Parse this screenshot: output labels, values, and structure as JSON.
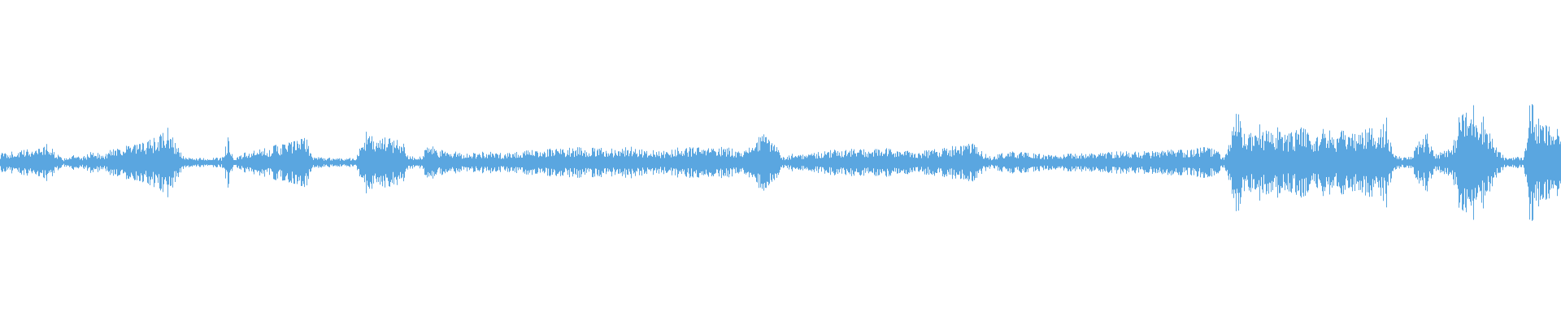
{
  "waveform": {
    "color": "#5aa6e0",
    "background": "#ffffff",
    "amplitude_envelope": [
      [
        0.0,
        0.06
      ],
      [
        0.008,
        0.07
      ],
      [
        0.016,
        0.08
      ],
      [
        0.024,
        0.1
      ],
      [
        0.03,
        0.12
      ],
      [
        0.034,
        0.08
      ],
      [
        0.04,
        0.02
      ],
      [
        0.046,
        0.05
      ],
      [
        0.052,
        0.03
      ],
      [
        0.06,
        0.08
      ],
      [
        0.066,
        0.04
      ],
      [
        0.072,
        0.1
      ],
      [
        0.08,
        0.11
      ],
      [
        0.09,
        0.12
      ],
      [
        0.1,
        0.16
      ],
      [
        0.108,
        0.22
      ],
      [
        0.112,
        0.13
      ],
      [
        0.118,
        0.03
      ],
      [
        0.124,
        0.03
      ],
      [
        0.13,
        0.03
      ],
      [
        0.136,
        0.03
      ],
      [
        0.142,
        0.03
      ],
      [
        0.146,
        0.17
      ],
      [
        0.15,
        0.02
      ],
      [
        0.156,
        0.06
      ],
      [
        0.166,
        0.08
      ],
      [
        0.176,
        0.11
      ],
      [
        0.188,
        0.14
      ],
      [
        0.196,
        0.16
      ],
      [
        0.2,
        0.04
      ],
      [
        0.208,
        0.03
      ],
      [
        0.216,
        0.03
      ],
      [
        0.222,
        0.03
      ],
      [
        0.228,
        0.03
      ],
      [
        0.234,
        0.2
      ],
      [
        0.24,
        0.15
      ],
      [
        0.25,
        0.16
      ],
      [
        0.258,
        0.14
      ],
      [
        0.262,
        0.04
      ],
      [
        0.27,
        0.04
      ],
      [
        0.274,
        0.12
      ],
      [
        0.28,
        0.08
      ],
      [
        0.29,
        0.07
      ],
      [
        0.3,
        0.06
      ],
      [
        0.31,
        0.07
      ],
      [
        0.32,
        0.06
      ],
      [
        0.33,
        0.07
      ],
      [
        0.344,
        0.08
      ],
      [
        0.356,
        0.09
      ],
      [
        0.37,
        0.1
      ],
      [
        0.38,
        0.09
      ],
      [
        0.392,
        0.09
      ],
      [
        0.404,
        0.1
      ],
      [
        0.414,
        0.08
      ],
      [
        0.424,
        0.07
      ],
      [
        0.432,
        0.09
      ],
      [
        0.44,
        0.1
      ],
      [
        0.45,
        0.09
      ],
      [
        0.46,
        0.1
      ],
      [
        0.47,
        0.09
      ],
      [
        0.478,
        0.08
      ],
      [
        0.484,
        0.15
      ],
      [
        0.49,
        0.18
      ],
      [
        0.496,
        0.14
      ],
      [
        0.502,
        0.03
      ],
      [
        0.508,
        0.06
      ],
      [
        0.516,
        0.05
      ],
      [
        0.524,
        0.07
      ],
      [
        0.534,
        0.08
      ],
      [
        0.546,
        0.09
      ],
      [
        0.556,
        0.08
      ],
      [
        0.566,
        0.09
      ],
      [
        0.576,
        0.08
      ],
      [
        0.586,
        0.07
      ],
      [
        0.596,
        0.08
      ],
      [
        0.606,
        0.1
      ],
      [
        0.616,
        0.11
      ],
      [
        0.624,
        0.12
      ],
      [
        0.63,
        0.06
      ],
      [
        0.636,
        0.03
      ],
      [
        0.64,
        0.06
      ],
      [
        0.65,
        0.07
      ],
      [
        0.66,
        0.06
      ],
      [
        0.67,
        0.05
      ],
      [
        0.68,
        0.05
      ],
      [
        0.69,
        0.06
      ],
      [
        0.7,
        0.06
      ],
      [
        0.71,
        0.07
      ],
      [
        0.72,
        0.07
      ],
      [
        0.73,
        0.07
      ],
      [
        0.74,
        0.07
      ],
      [
        0.75,
        0.08
      ],
      [
        0.76,
        0.08
      ],
      [
        0.77,
        0.1
      ],
      [
        0.778,
        0.09
      ],
      [
        0.784,
        0.03
      ],
      [
        0.788,
        0.15
      ],
      [
        0.792,
        0.34
      ],
      [
        0.796,
        0.2
      ],
      [
        0.8,
        0.18
      ],
      [
        0.806,
        0.25
      ],
      [
        0.812,
        0.19
      ],
      [
        0.818,
        0.22
      ],
      [
        0.824,
        0.18
      ],
      [
        0.83,
        0.2
      ],
      [
        0.836,
        0.23
      ],
      [
        0.842,
        0.15
      ],
      [
        0.848,
        0.24
      ],
      [
        0.854,
        0.17
      ],
      [
        0.86,
        0.2
      ],
      [
        0.866,
        0.18
      ],
      [
        0.872,
        0.2
      ],
      [
        0.878,
        0.22
      ],
      [
        0.884,
        0.22
      ],
      [
        0.888,
        0.28
      ],
      [
        0.892,
        0.06
      ],
      [
        0.898,
        0.03
      ],
      [
        0.904,
        0.04
      ],
      [
        0.91,
        0.16
      ],
      [
        0.914,
        0.19
      ],
      [
        0.92,
        0.05
      ],
      [
        0.926,
        0.1
      ],
      [
        0.93,
        0.08
      ],
      [
        0.936,
        0.37
      ],
      [
        0.94,
        0.3
      ],
      [
        0.944,
        0.38
      ],
      [
        0.948,
        0.33
      ],
      [
        0.952,
        0.26
      ],
      [
        0.958,
        0.1
      ],
      [
        0.964,
        0.03
      ],
      [
        0.97,
        0.04
      ],
      [
        0.976,
        0.03
      ],
      [
        0.98,
        0.43
      ],
      [
        0.984,
        0.28
      ],
      [
        0.99,
        0.24
      ],
      [
        0.996,
        0.22
      ],
      [
        1.0,
        0.18
      ]
    ]
  }
}
